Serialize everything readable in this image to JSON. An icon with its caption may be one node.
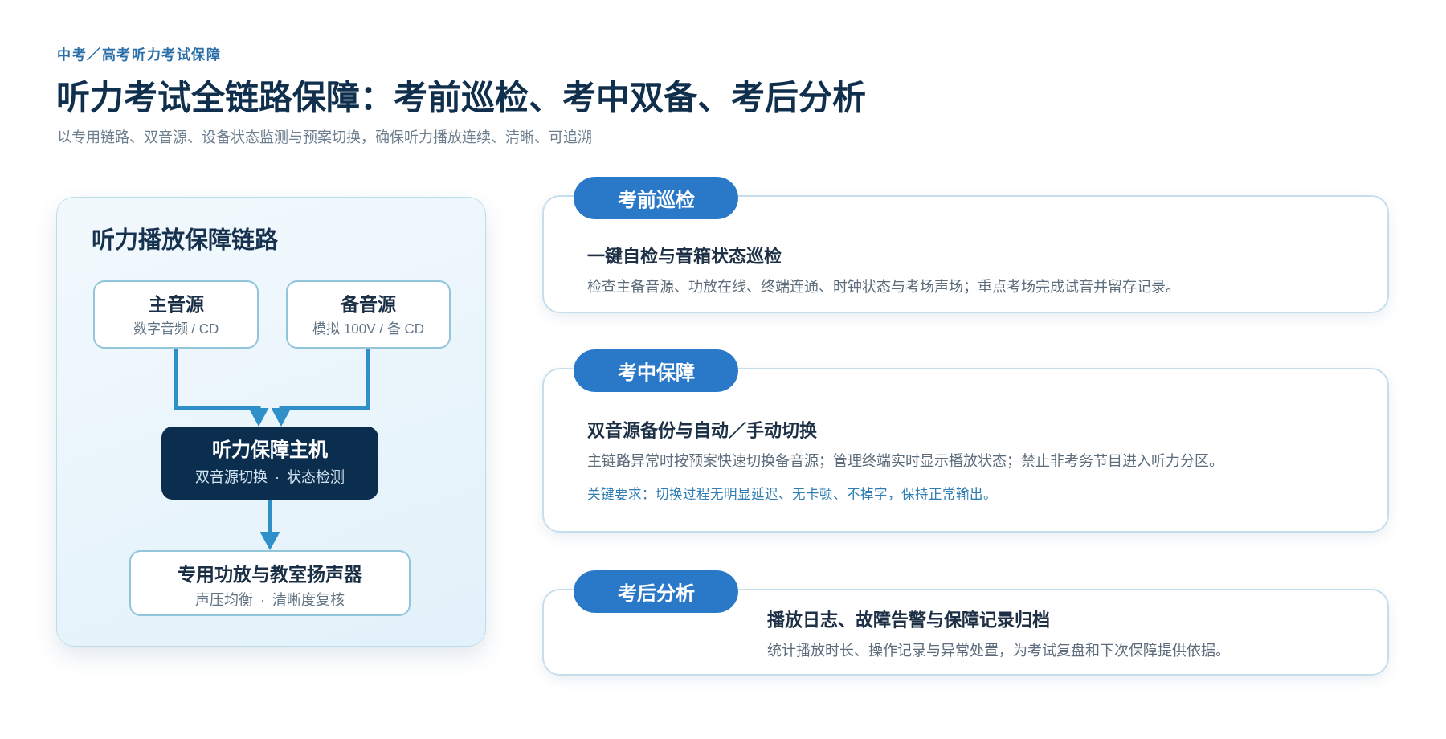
{
  "diagram": {
    "title": "听力考试全链路保障：考前巡检、考中双备、考后分析",
    "nodes": [
      {
        "text": [
          "听力播放保障链路"
        ]
      },
      {
        "text": [
          "主音源",
          "数字音频 / CD"
        ],
        "in": 0
      },
      {
        "text": [
          "备音源",
          "模拟 100V / 备 CD"
        ],
        "in": 0
      },
      {
        "text": [
          "听力保障主机",
          "双音源切换 · 状态检测"
        ],
        "in": 0
      },
      {
        "text": [
          "专用功放与教室扬声器",
          "声压均衡 · 清晰度复核"
        ],
        "in": 0
      },
      {
        "text": [
          "考前巡检"
        ]
      },
      {
        "text": [
          "一键自检与音箱状态巡检",
          "检查主备音源、功放在线、终端连通、时钟状态与考场声场；重点考场完成试音并留存记录。"
        ]
      },
      {
        "text": [
          "考中保障"
        ]
      },
      {
        "text": [
          "双音源备份与自动／手动切换",
          "主链路异常时按预案快速切换备音源；管理终端实时显示播放状态；禁止非考务节目进入听力分区。",
          "关键要求：切换过程无明显延迟、无卡顿、不掉字，保持正常输出。"
        ]
      },
      {
        "text": [
          "考后分析"
        ]
      },
      {
        "text": [
          "播放日志、故障告警与保障记录归档",
          "统计播放时长、操作记录与异常处置，为考试复盘和下次保障提供依据。"
        ]
      }
    ],
    "edges": [
      {
        "from": 1,
        "to": 3,
        "arrow": "to"
      },
      {
        "from": 2,
        "to": 3,
        "arrow": "to"
      },
      {
        "from": 3,
        "to": 4,
        "arrow": "to"
      }
    ],
    "labels": [
      "中考／高考听力考试保障",
      "以专用链路、双音源、设备状态监测与预案切换，确保听力播放连续、清晰、可追溯"
    ]
  }
}
